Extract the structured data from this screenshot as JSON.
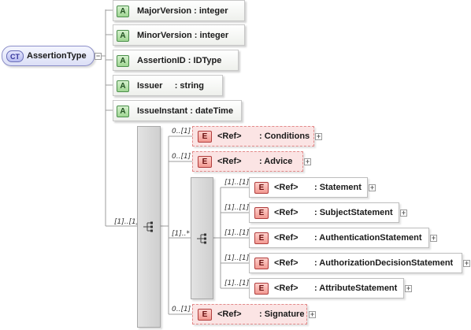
{
  "complex_type": {
    "badge": "CT",
    "name": "AssertionType"
  },
  "attributes": [
    {
      "badge": "A",
      "name": "MajorVersion",
      "sep": " : ",
      "type": "integer"
    },
    {
      "badge": "A",
      "name": "MinorVersion",
      "sep": " : ",
      "type": "integer"
    },
    {
      "badge": "A",
      "name": "AssertionID",
      "sep": " : ",
      "type": "IDType"
    },
    {
      "badge": "A",
      "name": "Issuer",
      "sep": "     : ",
      "type": "string"
    },
    {
      "badge": "A",
      "name": "IssueInstant",
      "sep": " : ",
      "type": "dateTime"
    }
  ],
  "sequence": {
    "cardinality": "[1]..[1]"
  },
  "inner_sequence": {
    "cardinality": "[1]..*"
  },
  "outer_elements": [
    {
      "cardinality": "0..[1]",
      "badge": "E",
      "ref": "<Ref>",
      "name": ": Conditions"
    },
    {
      "cardinality": "0..[1]",
      "badge": "E",
      "ref": "<Ref>",
      "name": ": Advice"
    },
    {
      "cardinality": "0..[1]",
      "badge": "E",
      "ref": "<Ref>",
      "name": ": Signature"
    }
  ],
  "choice_elements": [
    {
      "cardinality": "[1]..[1]",
      "badge": "E",
      "ref": "<Ref>",
      "name": ": Statement"
    },
    {
      "cardinality": "[1]..[1]",
      "badge": "E",
      "ref": "<Ref>",
      "name": ": SubjectStatement"
    },
    {
      "cardinality": "[1]..[1]",
      "badge": "E",
      "ref": "<Ref>",
      "name": ": AuthenticationStatement"
    },
    {
      "cardinality": "[1]..[1]",
      "badge": "E",
      "ref": "<Ref>",
      "name": ": AuthorizationDecisionStatement"
    },
    {
      "cardinality": "[1]..[1]",
      "badge": "E",
      "ref": "<Ref>",
      "name": ": AttributeStatement"
    }
  ],
  "expand_symbol": "+",
  "colors": {
    "attribute_badge": "#9fd692",
    "element_badge": "#f29a92",
    "element_fill": "#fbe4e4",
    "complex_type_fill": "#dcdff6",
    "sequence_fill": "#d9d9d9"
  }
}
